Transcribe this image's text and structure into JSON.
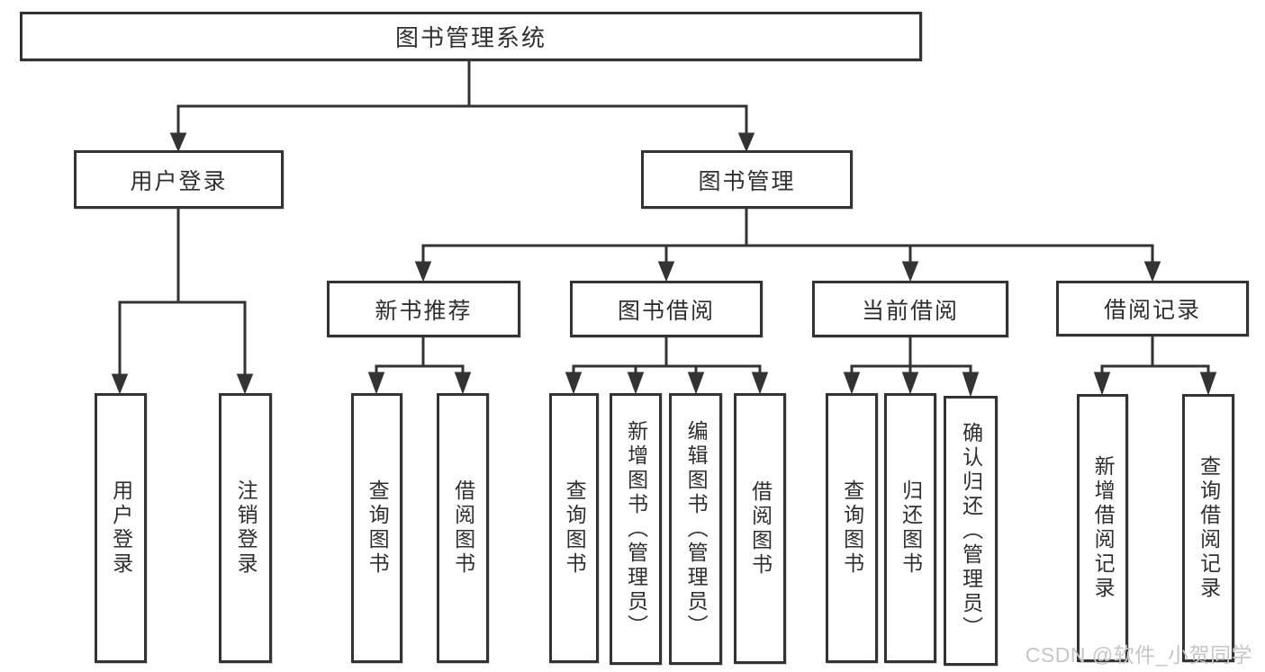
{
  "diagram": {
    "title": "图书管理系统",
    "type": "functional-structure-tree"
  },
  "tree": {
    "root": {
      "label": "图书管理系统",
      "children": [
        {
          "label": "用户登录",
          "children": [
            {
              "label": "用户登录"
            },
            {
              "label": "注销登录"
            }
          ]
        },
        {
          "label": "图书管理",
          "children": [
            {
              "label": "新书推荐",
              "children": [
                {
                  "label": "查询图书"
                },
                {
                  "label": "借阅图书"
                }
              ]
            },
            {
              "label": "图书借阅",
              "children": [
                {
                  "label": "查询图书"
                },
                {
                  "label": "新增图书（管理员）"
                },
                {
                  "label": "编辑图书（管理员）"
                },
                {
                  "label": "借阅图书"
                }
              ]
            },
            {
              "label": "当前借阅",
              "children": [
                {
                  "label": "查询图书"
                },
                {
                  "label": "归还图书"
                },
                {
                  "label": "确认归还（管理员）"
                }
              ]
            },
            {
              "label": "借阅记录",
              "children": [
                {
                  "label": "新增借阅记录"
                },
                {
                  "label": "查询借阅记录"
                }
              ]
            }
          ]
        }
      ]
    }
  },
  "watermark": {
    "text": "CSDN @软件_小贺同学",
    "brand": "CSDN",
    "author": "@软件_小贺同学"
  },
  "colors": {
    "line-color": "#333333",
    "text-color": "#2f2f2f",
    "watermark-color": "#c6c6c6",
    "bg-color": "#ffffff"
  }
}
